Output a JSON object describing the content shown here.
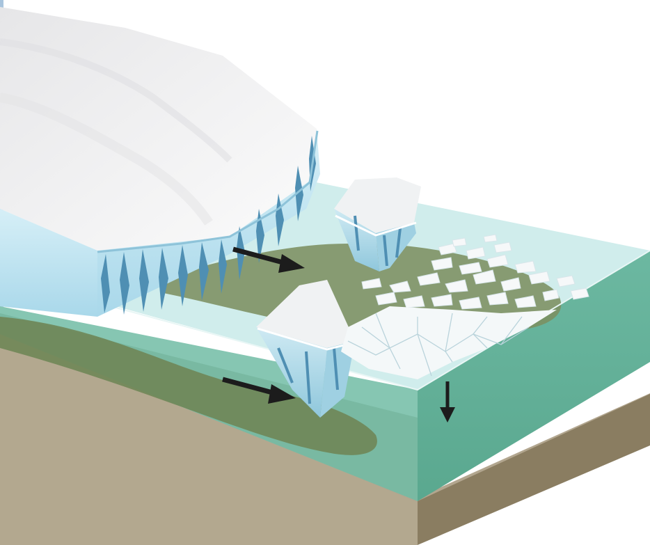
{
  "diagram": {
    "kind": "glacier-calving-block-diagram",
    "labels": [],
    "elements": [
      "glacier",
      "ice-cliff-crevasses",
      "calved-iceberg-floating",
      "tilted-iceberg",
      "brash-ice-fragments",
      "pancake-ice-sheet",
      "flow-arrow-upper",
      "flow-arrow-lower",
      "subsidence-arrow",
      "sediment-plume",
      "seabed-layer",
      "water-column"
    ],
    "colors": {
      "glacier_top": "#f0f0f1",
      "glacier_face": "#bfe3ef",
      "crevasse": "#4f8fb3",
      "water_surface": "#cdeceb",
      "water_front": "#5fb09a",
      "water_side": "#7fc4af",
      "sediment_plume": "#7b8f5f",
      "seabed_top": "#b2a68f",
      "seabed_front": "#8c7f63",
      "arrow": "#1c1c1c",
      "left_bar": "#a8c4dd"
    }
  }
}
